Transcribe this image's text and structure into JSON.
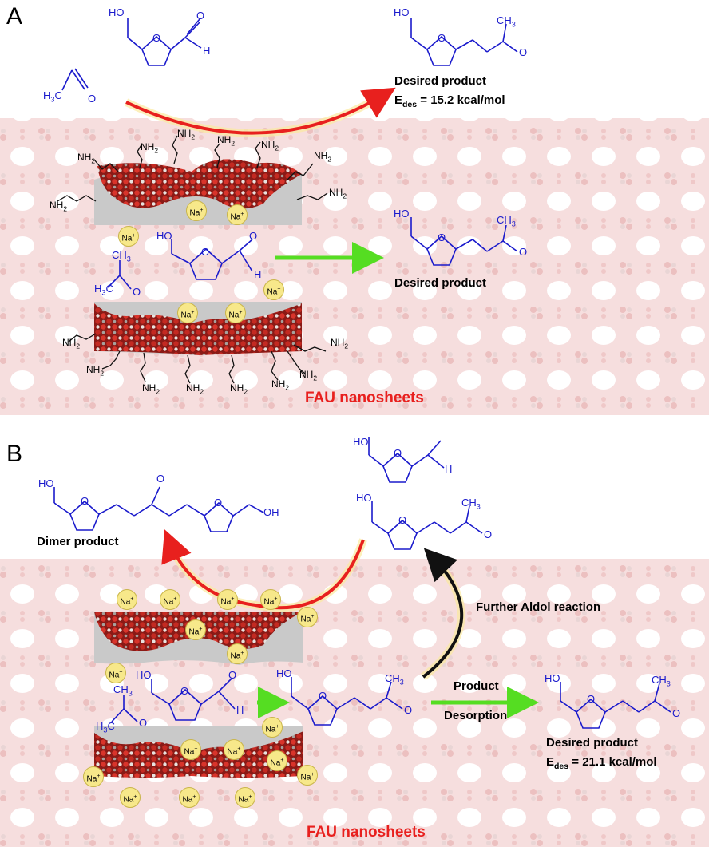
{
  "panel_a": {
    "letter": "A",
    "desired_label_1": "Desired product",
    "energy_label": "E",
    "energy_sub": "des",
    "energy_value": " = 15.2 kcal/mol",
    "desired_label_2": "Desired product",
    "nanosheets_label": "FAU nanosheets",
    "amine_label": "NH",
    "sodium_label": "Na"
  },
  "panel_b": {
    "letter": "B",
    "dimer_label": "Dimer product",
    "further_label": "Further Aldol reaction",
    "product_label": "Product",
    "desorption_label": "Desorption",
    "desired_label": "Desired product",
    "energy_label": "E",
    "energy_sub": "des",
    "energy_value": " = 21.1 kcal/mol",
    "nanosheets_label": "FAU nanosheets",
    "sodium_label": "Na"
  },
  "molecules": {
    "hydroxyl": "HO",
    "oxygen": "O",
    "hydrogen": "H",
    "methyl": "CH",
    "methyl_sub": "3",
    "h3c": "H",
    "h3c_sub": "3",
    "h3c_c": "C",
    "hydroxyl_tail": "OH"
  },
  "colors": {
    "molecule": "#1a1acc",
    "arrow_red": "#e8201e",
    "arrow_green": "#55dd22",
    "arrow_black": "#111111",
    "title_red": "#e8201e",
    "sodium": "#f7e88a"
  }
}
